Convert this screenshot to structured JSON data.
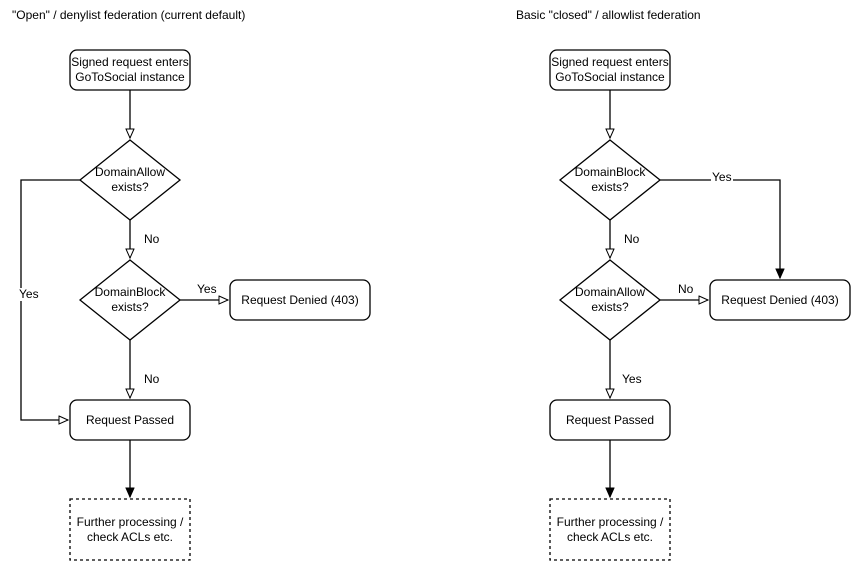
{
  "left_chart": {
    "title": "\"Open\" / denylist federation (current default)",
    "nodes": {
      "entry": "Signed request enters\nGoToSocial instance",
      "domain_allow": "DomainAllow\nexists?",
      "domain_block": "DomainBlock\nexists?",
      "denied": "Request Denied (403)",
      "passed": "Request Passed",
      "further": "Further processing /\ncheck ACLs etc."
    },
    "edge_labels": {
      "allow_no": "No",
      "block_yes": "Yes",
      "block_no": "No",
      "allow_yes": "Yes"
    }
  },
  "right_chart": {
    "title": "Basic \"closed\" / allowlist federation",
    "nodes": {
      "entry": "Signed request enters\nGoToSocial instance",
      "domain_block": "DomainBlock\nexists?",
      "domain_allow": "DomainAllow\nexists?",
      "denied": "Request Denied (403)",
      "passed": "Request Passed",
      "further": "Further processing /\ncheck ACLs etc."
    },
    "edge_labels": {
      "block_yes": "Yes",
      "block_no": "No",
      "allow_no": "No",
      "allow_yes": "Yes"
    }
  },
  "colors": {
    "stroke": "#000000",
    "background": "#ffffff",
    "text": "#000000"
  }
}
